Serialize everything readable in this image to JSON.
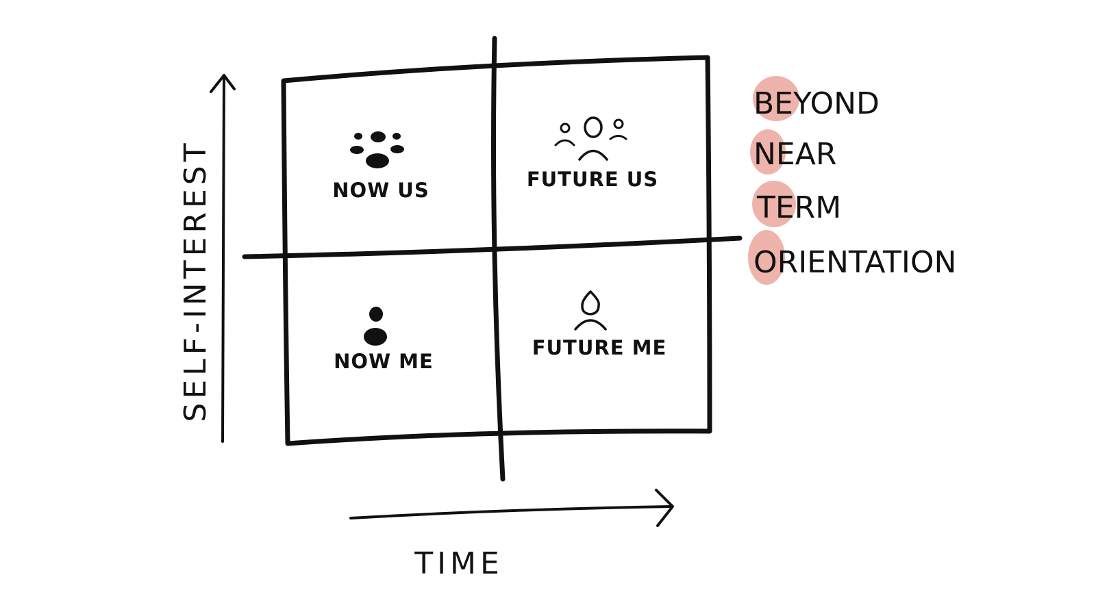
{
  "quadrants": {
    "top_left": {
      "label": "NOW US",
      "icon": "group-icon"
    },
    "top_right": {
      "label": "FUTURE US",
      "icon": "future-group-icon"
    },
    "bottom_left": {
      "label": "NOW ME",
      "icon": "person-icon"
    },
    "bottom_right": {
      "label": "FUTURE ME",
      "icon": "future-person-icon"
    }
  },
  "axes": {
    "y_label": "SELF-INTEREST",
    "x_label": "TIME"
  },
  "acronym": {
    "words": [
      "BEYOND",
      "NEAR",
      "TERM",
      "ORIENTATION"
    ],
    "highlight_color": "#e8998f"
  }
}
